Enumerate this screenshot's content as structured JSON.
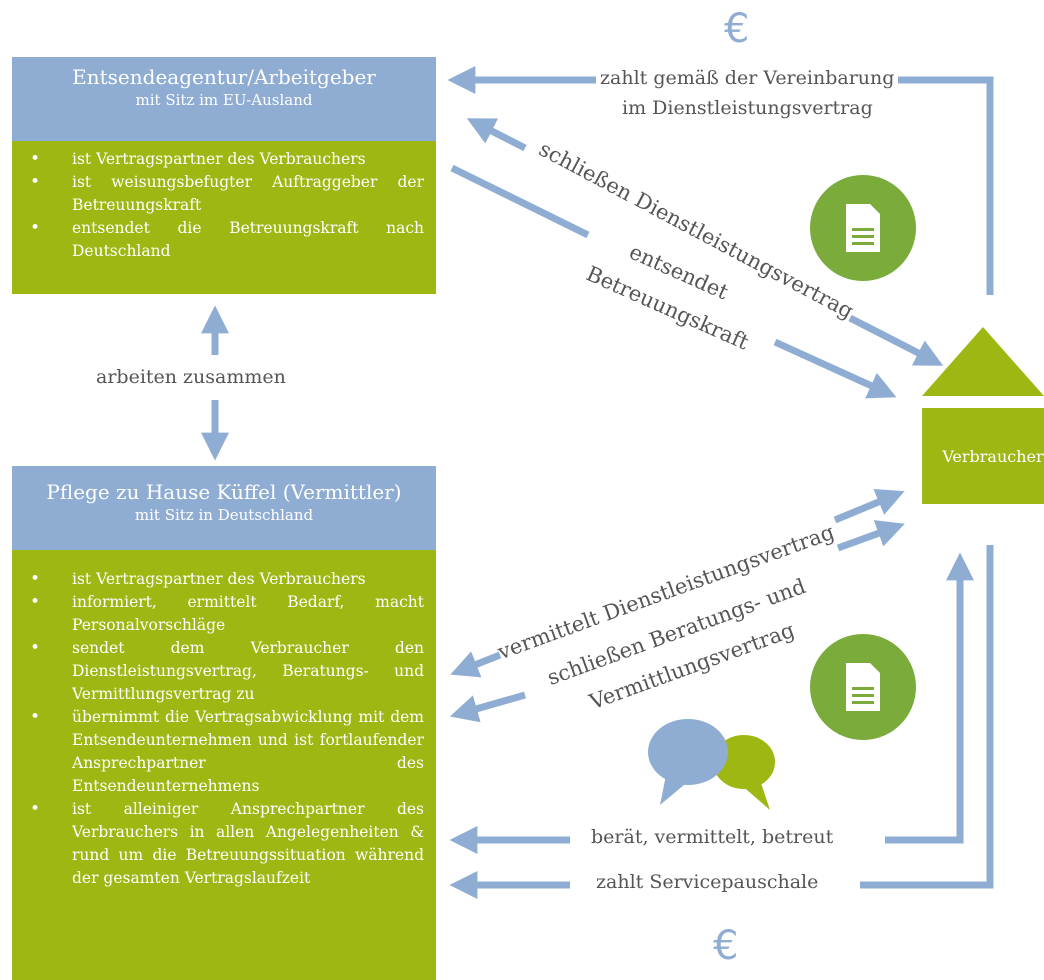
{
  "agency": {
    "title": "Entsendeagentur/Arbeitgeber",
    "subtitle": "mit Sitz im EU-Ausland",
    "bullets": [
      "ist Vertragspartner des Verbrauchers",
      "ist weisungsbefugter Auftraggeber der Betreuungskraft",
      "entsendet die Betreuungskraft nach Deutschland"
    ]
  },
  "mediator": {
    "title": "Pflege zu Hause Küffel (Vermittler)",
    "subtitle": "mit Sitz in Deutschland",
    "bullets": [
      "ist Vertragspartner des Verbrauchers",
      "informiert, ermittelt Bedarf, macht Personalvorschläge",
      "sendet dem Verbraucher den Dienstleistungsvertrag, Beratungs- und Vermittlungsvertrag zu",
      "übernimmt die Vertragsabwicklung mit dem Entsendeunternehmen und ist fortlaufender Ansprechpartner des Entsendeunternehmens",
      "ist alleiniger Ansprechpartner des Verbrauchers in allen Angelegenheiten & rund um die Betreuungssituation während der gesamten Vertragslaufzeit"
    ]
  },
  "consumer": {
    "label": "Verbraucher"
  },
  "labels": {
    "cooperate": "arbeiten zusammen",
    "pays_agreement_1": "zahlt gemäß der Vereinbarung",
    "pays_agreement_2": "im Dienstleistungsvertrag",
    "conclude_service": "schließen Dienstleistungsvertrag",
    "sends_1": "entsendet",
    "sends_2": "Betreuungskraft",
    "mediates_service": "vermittelt Dienstleistungsvertrag",
    "conclude_consult_1": "schließen Beratungs- und",
    "conclude_consult_2": "Vermittlungsvertrag",
    "advises": "berät, vermittelt, betreut",
    "pays_service_fee": "zahlt Servicepauschale"
  },
  "euro_symbol": "€",
  "colors": {
    "blue": "#8fadd3",
    "green": "#9eb713",
    "grey": "#555555"
  },
  "icons": [
    "document-icon",
    "document-icon",
    "speech-bubbles-icon",
    "house-icon"
  ]
}
